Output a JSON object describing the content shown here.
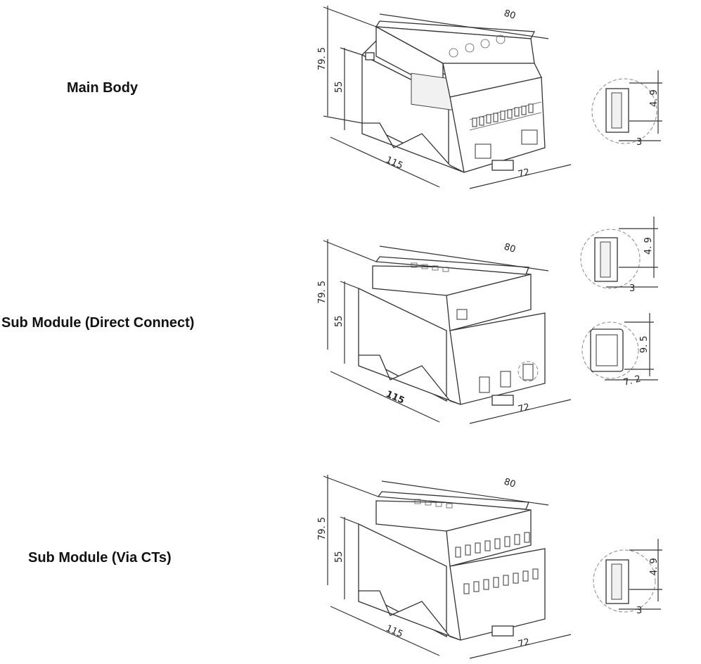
{
  "labels": {
    "main_body": "Main Body",
    "sub_module_direct": "Sub Module (Direct Connect)",
    "sub_module_cts": "Sub Module (Via CTs)"
  },
  "main_body": {
    "height_total": "79. 5",
    "height_mid": "55",
    "length": "115",
    "depth": "80",
    "width": "72",
    "slot_h": "4. 9",
    "slot_w": "3"
  },
  "sub_direct": {
    "height_total": "79. 5",
    "height_mid": "55",
    "length": "115",
    "depth": "80",
    "width": "72",
    "slot_h": "4. 9",
    "slot_w": "3",
    "hole_h": "9. 5",
    "hole_w": "7. 2"
  },
  "sub_cts": {
    "height_total": "79. 5",
    "height_mid": "55",
    "length": "115",
    "depth": "80",
    "width": "72",
    "slot_h": "4. 9",
    "slot_w": "3"
  }
}
